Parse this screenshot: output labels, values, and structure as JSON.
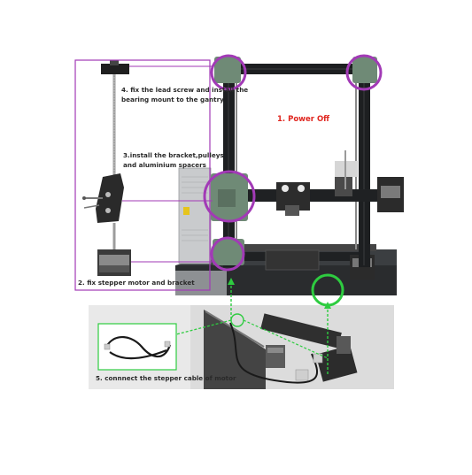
{
  "steps": {
    "power_off": "1. Power Off",
    "stepper_bracket": "2. fix stepper motor and bracket",
    "bracket_line1": "3.install the bracket,pulleys",
    "bracket_line2": "and aluminium spacers",
    "lead_line1": "4. fix the lead screw and install the",
    "lead_line2": "bearing mount to the gantry",
    "cable": "5. connnect the stepper cable of motor"
  },
  "colors": {
    "frame": "#1d1f21",
    "frame_edge": "#3a3d40",
    "bracket_green": "#6f8a76",
    "highlight": "#a23ab6",
    "callout_green": "#2ecc40",
    "power_off_red": "#e0261f",
    "psu_silver": "#c9cbcd",
    "inset_bg": "#eaeaea"
  },
  "icons": [
    "motor-icon",
    "cable-icon",
    "lead-screw-icon",
    "power-supply-icon"
  ]
}
